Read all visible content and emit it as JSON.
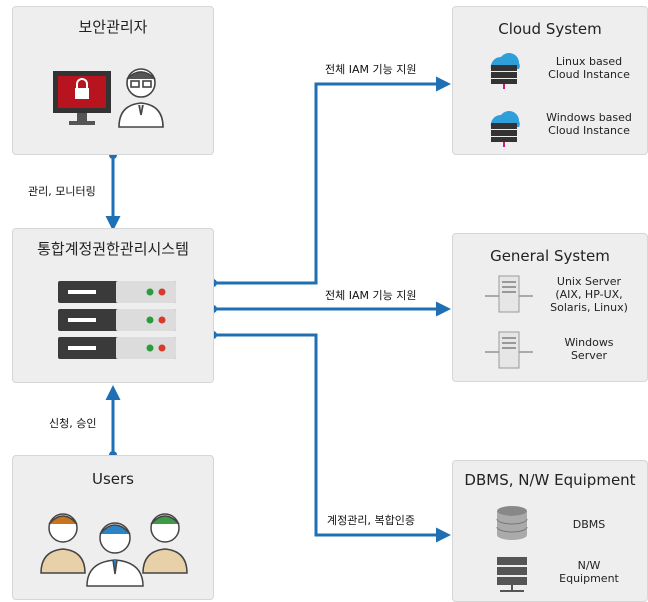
{
  "security_admin": {
    "title": "보안관리자",
    "icons": [
      "monitor-lock-icon",
      "admin-person-icon"
    ]
  },
  "iam_system": {
    "title": "통합계정권한관리시스템",
    "icons": [
      "server-rack-icon"
    ]
  },
  "users": {
    "title": "Users",
    "icons": [
      "user-group-icon"
    ]
  },
  "cloud": {
    "title": "Cloud System",
    "items": [
      {
        "label": "Linux based\nCloud Instance",
        "icon": "cloud-server-icon"
      },
      {
        "label": "Windows based\nCloud Instance",
        "icon": "cloud-server-icon"
      }
    ]
  },
  "general": {
    "title": "General System",
    "items": [
      {
        "label": "Unix Server\n(AIX, HP-UX,\nSolaris, Linux)",
        "icon": "tower-server-icon"
      },
      {
        "label": "Windows\nServer",
        "icon": "tower-server-icon"
      }
    ]
  },
  "dbms": {
    "title": "DBMS, N/W Equipment",
    "items": [
      {
        "label": "DBMS",
        "icon": "database-icon"
      },
      {
        "label": "N/W\nEquipment",
        "icon": "network-device-icon"
      }
    ]
  },
  "edges": {
    "admin_to_iam": "관리, 모니터링",
    "users_to_iam": "신청, 승인",
    "iam_to_cloud": "전체 IAM 기능 지원",
    "iam_to_general": "전체 IAM 기능 지원",
    "iam_to_dbms": "계정관리, 복합인증"
  },
  "colors": {
    "arrow": "#1f6fb5",
    "box_bg": "#eeeeee",
    "box_border": "#d6d6d6"
  }
}
